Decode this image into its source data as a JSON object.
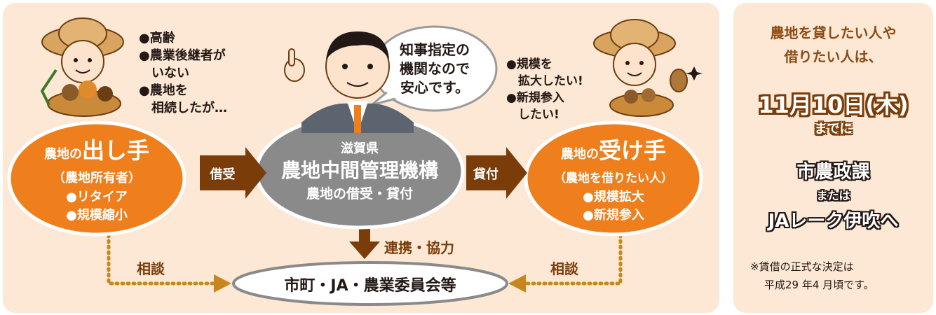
{
  "owner": {
    "title_prefix": "農地の",
    "title_main": "出し手",
    "subtitle": "（農地所有者）",
    "items": [
      "●リタイア",
      "●規模縮小"
    ],
    "reasons": "●高齢\n●農業後継者が\n　いない\n●農地を\n　相続したが…"
  },
  "org": {
    "prefecture": "滋賀県",
    "name": "農地中間管理機構",
    "role": "農地の借受・貸付"
  },
  "receiver": {
    "title_prefix": "農地の",
    "title_main": "受け手",
    "subtitle": "（農地を借りたい人）",
    "items": [
      "●規模拡大",
      "●新規参入"
    ],
    "reasons": "●規模を\n　拡大したい!\n●新規参入\n　したい!"
  },
  "bubble": {
    "lines": [
      "知事指定の",
      "機関なので",
      "安心です。"
    ]
  },
  "arrows": {
    "borrow": "借受",
    "lend": "貸付",
    "cooperation": "連携・協力",
    "consult_left": "相談",
    "consult_right": "相談"
  },
  "local": {
    "label": "市町・JA・農業委員会等"
  },
  "info": {
    "heading_lines": [
      "農地を貸したい人や",
      "借りたい人は、"
    ],
    "deadline": "11月10日(木)",
    "deadline_suffix": "までに",
    "office1": "市農政課",
    "connector": "または",
    "office2": "JAレーク伊吹へ",
    "note_lines": [
      "※賃借の正式な決定は",
      "平成29 年4 月頃です。"
    ]
  },
  "colors": {
    "orange": "#ee7f1c",
    "brown": "#7a3d0a",
    "gray": "#8a8a8a",
    "panel": "#fce8d4",
    "heading_brown": "#8c4a14"
  }
}
